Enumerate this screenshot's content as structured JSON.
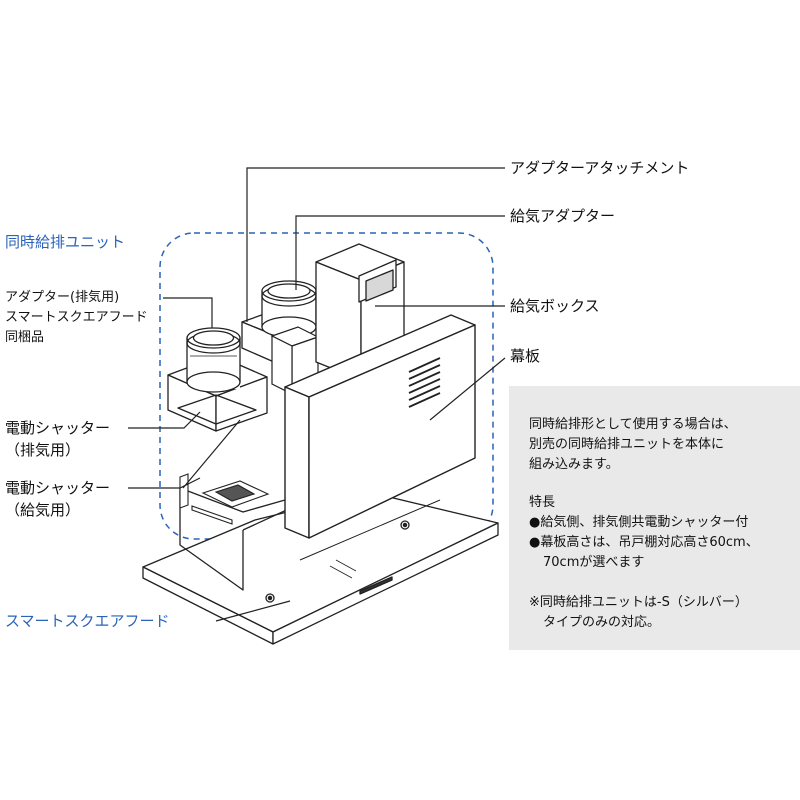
{
  "labels": {
    "adapter_attachment": "アダプターアタッチメント",
    "supply_adapter": "給気アダプター",
    "unit_title": "同時給排ユニット",
    "exhaust_adapter_line1": "アダプター(排気用)",
    "exhaust_adapter_line2": "スマートスクエアフード",
    "exhaust_adapter_line3": "同梱品",
    "supply_box": "給気ボックス",
    "curtain_board": "幕板",
    "exhaust_shutter_line1": "電動シャッター",
    "exhaust_shutter_line2": "（排気用）",
    "supply_shutter_line1": "電動シャッター",
    "supply_shutter_line2": "（給気用）",
    "hood": "スマートスクエアフード"
  },
  "info": {
    "line1": "同時給排形として使用する場合は、",
    "line2": "別売の同時給排ユニットを本体に",
    "line3": "組み込みます。",
    "features_title": "特長",
    "feature1": "●給気側、排気側共電動シャッター付",
    "feature2_line1": "●幕板高さは、吊戸棚対応高さ60cm、",
    "feature2_line2": "70cmが選べます",
    "note_line1": "※同時給排ユニットは-S（シルバー）",
    "note_line2": "タイプのみの対応。"
  },
  "colors": {
    "accent_blue": "#2a63b8",
    "info_bg": "#e9e9e9",
    "line": "#222222"
  }
}
